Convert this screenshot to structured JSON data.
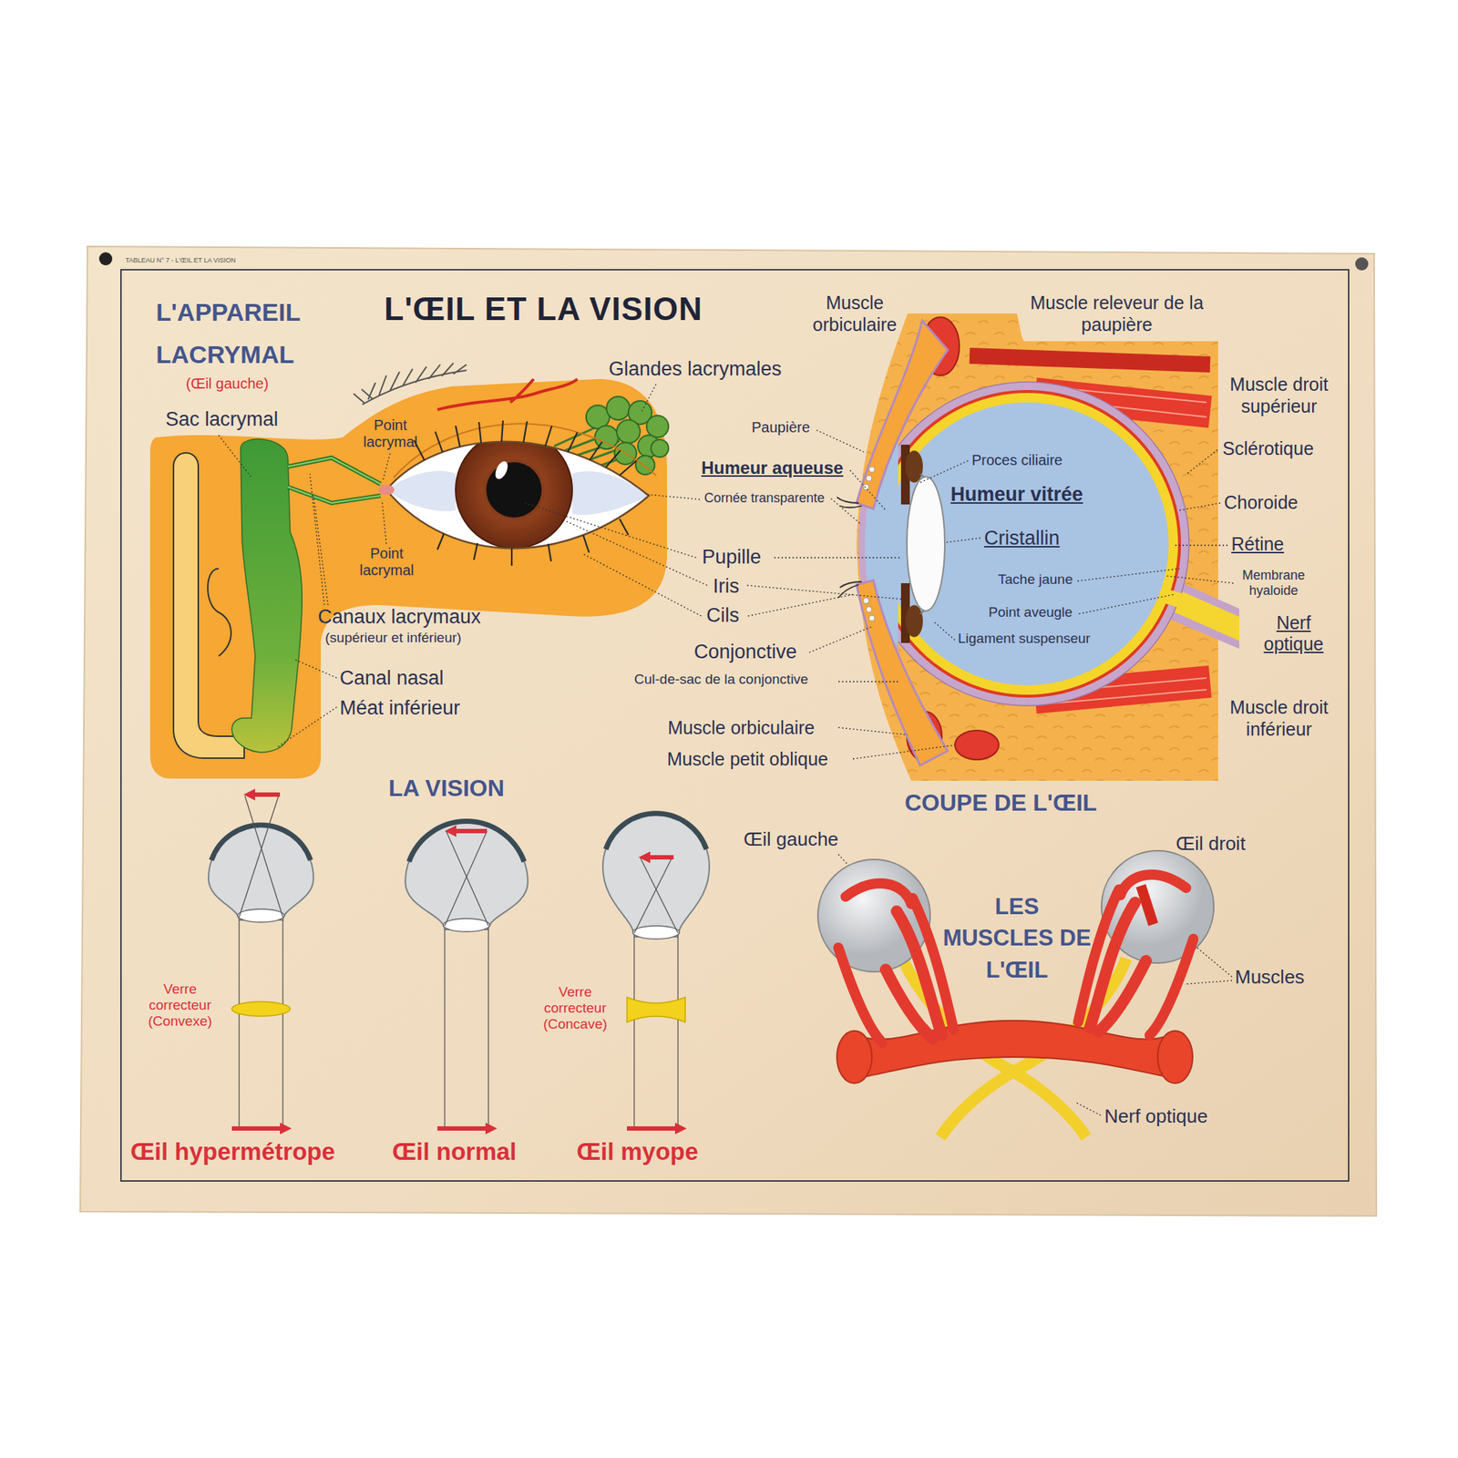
{
  "diagram": {
    "title": "L'ŒIL ET LA VISION",
    "labels": [
      "TABLEAU N° 7 - L'ŒIL ET LA VISION",
      "L'APPAREIL LACRYMAL",
      "(Œil gauche)",
      "Sac lacrymal",
      "Point lacrymal",
      "Glandes lacrymales",
      "Point lacrymal",
      "Canaux lacrymaux",
      "(supérieur et inférieur)",
      "Canal nasal",
      "Méat inférieur",
      "Muscle orbiculaire",
      "Muscle releveur de la paupière",
      "Muscle droit supérieur",
      "Paupière",
      "Humeur aqueuse",
      "Proces ciliaire",
      "Sclérotique",
      "Humeur vitrée",
      "Cornée transparente",
      "Choroide",
      "Cristallin",
      "Rétine",
      "Membrane hyaloide",
      "Tache jaune",
      "Pupille",
      "Point aveugle",
      "Nerf optique",
      "Iris",
      "Ligament suspenseur",
      "Cils",
      "Conjonctive",
      "Cul-de-sac de la conjonctive",
      "Muscle orbiculaire",
      "Muscle droit inférieur",
      "Muscle petit oblique",
      "LA VISION",
      "COUPE DE L'ŒIL",
      "Œil gauche",
      "Œil droit",
      "LES MUSCLES DE L'ŒIL",
      "Verre correcteur (Convexe)",
      "Verre correcteur (Concave)",
      "Muscles",
      "Nerf optique",
      "Œil hypermétrope",
      "Œil normal",
      "Œil myope"
    ]
  }
}
